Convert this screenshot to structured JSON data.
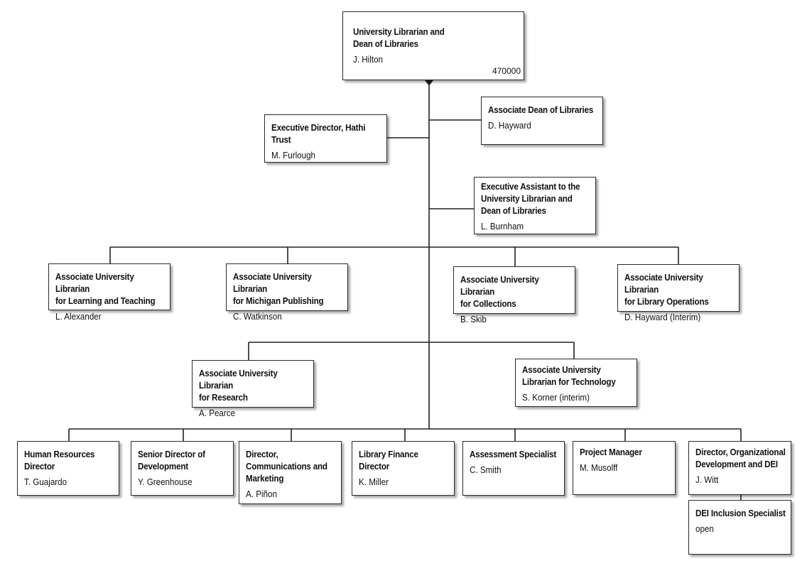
{
  "root": {
    "title": "University Librarian and\nDean of Libraries",
    "name": "J. Hilton",
    "code": "470000"
  },
  "hathi": {
    "title": "Executive Director, Hathi\nTrust",
    "name": "M. Furlough"
  },
  "assoc_dean": {
    "title": "Associate Dean of Libraries",
    "name": "D. Hayward"
  },
  "exec_assistant": {
    "title": "Executive Assistant to the\nUniversity Librarian and\nDean of Libraries",
    "name": "L. Burnham"
  },
  "aul_learning": {
    "title": "Associate University Librarian\nfor Learning and Teaching",
    "name": "L. Alexander"
  },
  "aul_publishing": {
    "title": "Associate University Librarian\nfor Michigan Publishing",
    "name": "C. Watkinson"
  },
  "aul_collections": {
    "title": "Associate University Librarian\nfor Collections",
    "name": "B. Skib"
  },
  "aul_operations": {
    "title": "Associate University Librarian\nfor Library Operations",
    "name": "D. Hayward (Interim)"
  },
  "aul_research": {
    "title": "Associate University Librarian\nfor Research",
    "name": "A. Pearce"
  },
  "aul_technology": {
    "title": "Associate University\nLibrarian for Technology",
    "name": "S. Korner (interim)"
  },
  "hr": {
    "title": "Human Resources\nDirector",
    "name": "T. Guajardo"
  },
  "development": {
    "title": "Senior Director of\nDevelopment",
    "name": "Y. Greenhouse"
  },
  "communications": {
    "title": "Director,\nCommunications and\nMarketing",
    "name": "A. Piñon"
  },
  "finance": {
    "title": "Library Finance\nDirector",
    "name": "K. Miller"
  },
  "assessment": {
    "title": "Assessment Specialist",
    "name": "C. Smith"
  },
  "project": {
    "title": "Project Manager",
    "name": "M. Musolff"
  },
  "org_dev": {
    "title": "Director, Organizational\nDevelopment and DEI",
    "name": "J. Witt"
  },
  "dei": {
    "title": "DEI Inclusion Specialist",
    "name": "open"
  }
}
